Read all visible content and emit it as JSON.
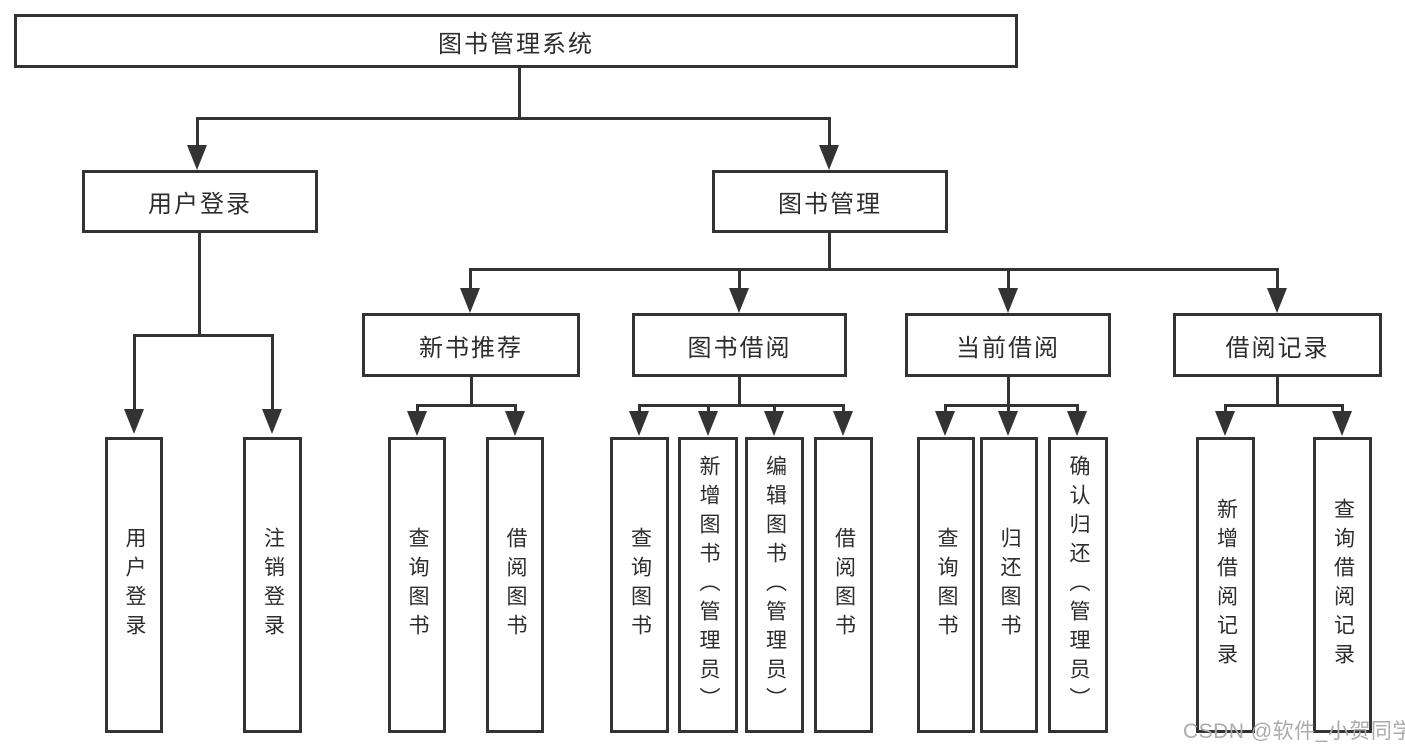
{
  "diagram": {
    "title": "图书管理系统",
    "level2": {
      "user_login": "用户登录",
      "book_mgmt": "图书管理"
    },
    "level3": {
      "new_books": "新书推荐",
      "book_borrow": "图书借阅",
      "current_borrow": "当前借阅",
      "borrow_records": "借阅记录"
    },
    "leaves": {
      "user_login": [
        "用户登录",
        "注销登录"
      ],
      "new_books": [
        "查询图书",
        "借阅图书"
      ],
      "book_borrow": [
        "查询图书",
        "新增图书（管理员）",
        "编辑图书（管理员）",
        "借阅图书"
      ],
      "current_borrow": [
        "查询图书",
        "归还图书",
        "确认归还（管理员）"
      ],
      "borrow_records": [
        "新增借阅记录",
        "查询借阅记录"
      ]
    }
  },
  "watermark": {
    "text": "CSDN @软件_小贺同学"
  },
  "colors": {
    "line": "#333333",
    "text": "#2d2d2d",
    "watermark": "#ababab",
    "background": "#ffffff"
  }
}
